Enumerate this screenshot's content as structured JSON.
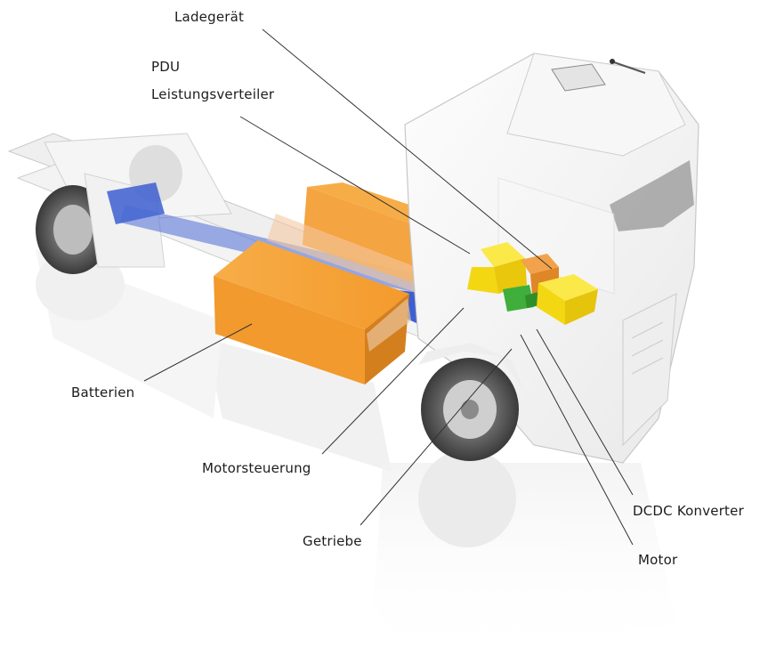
{
  "labels": {
    "ladegeraet": "Ladegerät",
    "pdu": "PDU",
    "leistungsverteiler": "Leistungsverteiler",
    "batterien": "Batterien",
    "motorsteuerung": "Motorsteuerung",
    "getriebe": "Getriebe",
    "dcdc": "DCDC Konverter",
    "motor": "Motor"
  },
  "components": [
    {
      "id": "batteries",
      "color": "#f39a2c"
    },
    {
      "id": "pdu",
      "color": "#f7e21c"
    },
    {
      "id": "ladegeraet",
      "color": "#ef8f2e"
    },
    {
      "id": "dcdc",
      "color": "#3fae3a"
    },
    {
      "id": "drivetrain",
      "color": "#3d5fd1"
    }
  ]
}
